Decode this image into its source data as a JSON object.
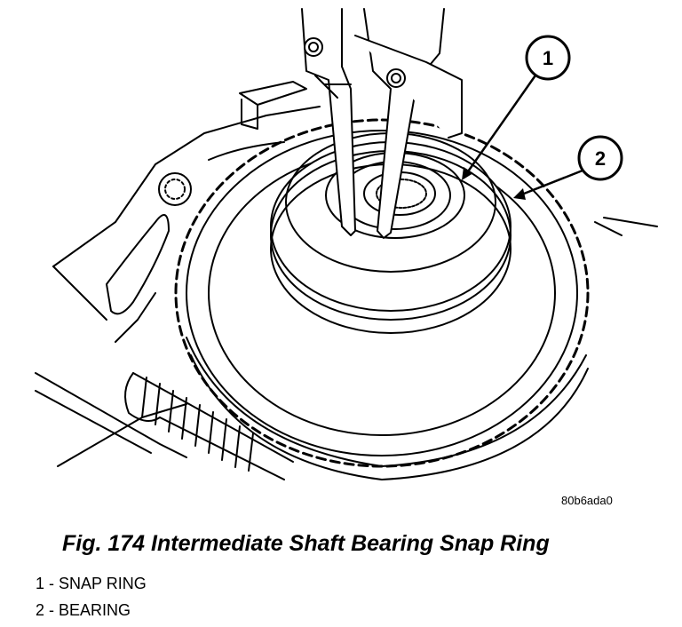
{
  "figure": {
    "image_code": "80b6ada0",
    "caption": "Fig. 174 Intermediate Shaft Bearing Snap Ring",
    "callouts": [
      {
        "number": "1"
      },
      {
        "number": "2"
      }
    ],
    "legend": [
      {
        "text": "1 - SNAP RING"
      },
      {
        "text": "2 - BEARING"
      }
    ]
  }
}
